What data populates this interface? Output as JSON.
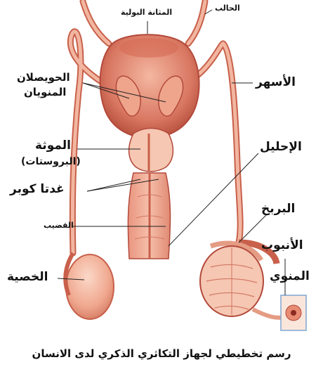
{
  "labels": {
    "ureter": "الحالب",
    "bladder": "المثانة البولية",
    "vas_deferens": "الأسهر",
    "seminal_vesicles_1": "الحويصلان",
    "seminal_vesicles_2": "المنويان",
    "prostate_1": "الموثة",
    "prostate_2": "(البروستات)",
    "urethra": "الإحليل",
    "cowper": "غدتا كوبر",
    "epididymis": "البربخ",
    "penis": "القضيب",
    "seminiferous_1": "الأنبوب",
    "seminiferous_2": "المنوي",
    "testis": "الخصية"
  },
  "caption": "رسم تخطيطي لجهاز التكاثري الذكري لدى الانسان",
  "colors": {
    "tissue": "#eba38a",
    "tissue_light": "#f6c7b3",
    "tissue_dark": "#c8604b",
    "outline": "#b3493a",
    "lead_line": "#222222",
    "inset_border": "#7fa6d2"
  }
}
